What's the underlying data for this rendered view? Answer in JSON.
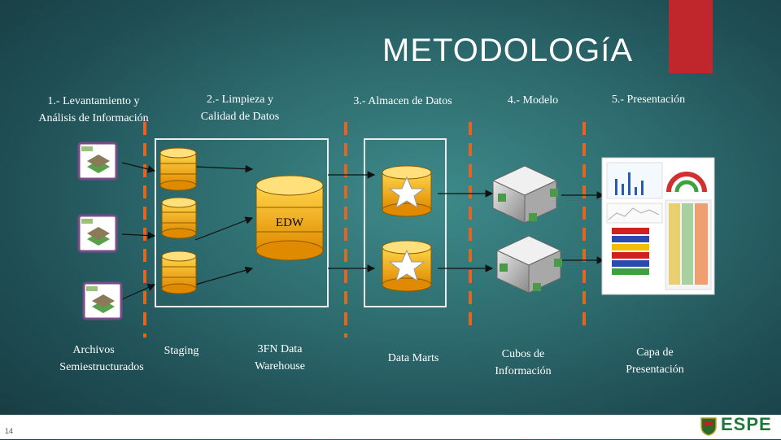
{
  "slide": {
    "title": "METODOLOGíA",
    "page_number": "14"
  },
  "steps": [
    {
      "line1": "1.- Levantamiento y",
      "line2": "Análisis de Información"
    },
    {
      "line1": "2.- Limpieza  y",
      "line2": "Calidad de Datos"
    },
    {
      "line1": "3.- Almacen de Datos",
      "line2": ""
    },
    {
      "line1": "4.- Modelo",
      "line2": ""
    },
    {
      "line1": "5.- Presentación",
      "line2": ""
    }
  ],
  "bottom_labels": {
    "archivos_1": "Archivos",
    "archivos_2": "Semiestructurados",
    "staging": "Staging",
    "warehouse_1": "3FN Data",
    "warehouse_2": "Warehouse",
    "datamarts": "Data Marts",
    "cubos_1": "Cubos de",
    "cubos_2": "Información",
    "capa_1": "Capa de",
    "capa_2": "Presentación"
  },
  "edw_label": "EDW",
  "logo": {
    "text": "ESPE"
  },
  "colors": {
    "accent_red": "#c0272d",
    "dash_orange": "#e3661f",
    "db_gold": "#f5a800",
    "cube_green": "#4a9a4a"
  }
}
